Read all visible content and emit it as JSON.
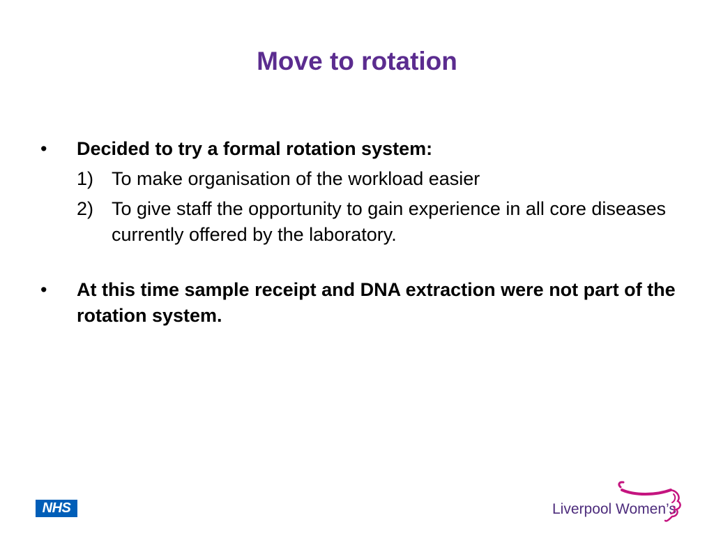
{
  "slide": {
    "title": "Move to rotation",
    "bullets": [
      {
        "marker": "•",
        "text": "Decided to try a formal rotation system:",
        "items": [
          {
            "num": "1)",
            "text": "To make organisation of the workload easier"
          },
          {
            "num": "2)",
            "text": "To give staff the opportunity to gain experience in all core diseases currently offered by the laboratory."
          }
        ]
      },
      {
        "marker": "•",
        "text": "At this time sample receipt and DNA extraction were not part of the rotation system."
      }
    ]
  },
  "footer": {
    "nhs_logo_text": "NHS",
    "trust_logo_text": "Liverpool Women’s"
  },
  "colors": {
    "title": "#5b2c8f",
    "nhs_blue": "#005eb8",
    "logo_purple": "#4d2c7c",
    "logo_magenta": "#c4147f"
  }
}
